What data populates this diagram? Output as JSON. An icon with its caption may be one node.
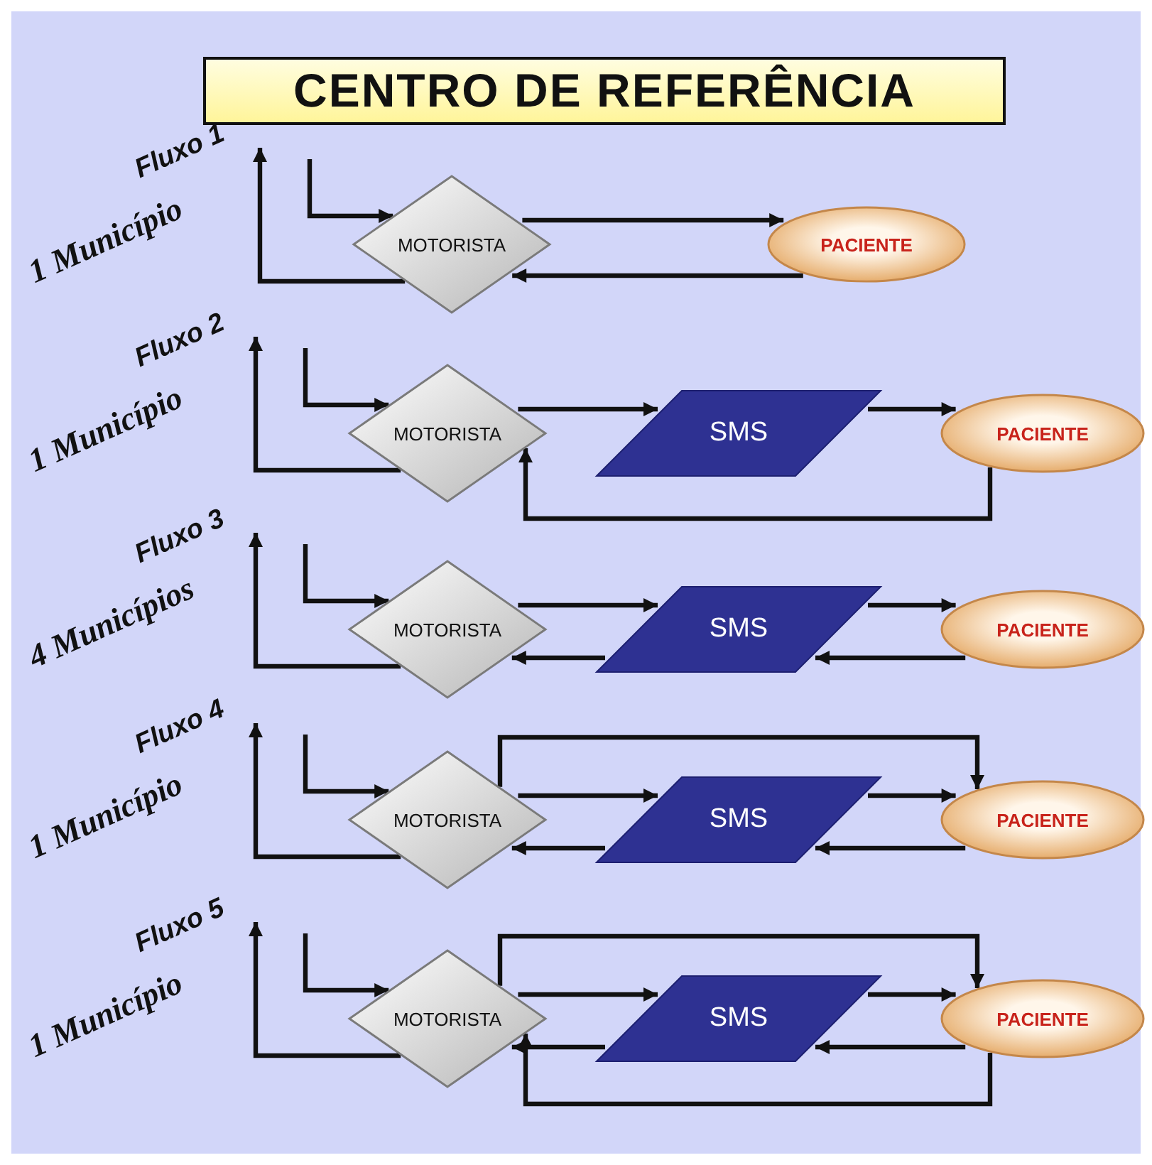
{
  "diagram": {
    "title": "CENTRO DE REFERÊNCIA",
    "nodes": [
      {
        "text": [
          "MOTORISTA"
        ]
      },
      {
        "text": [
          "PACIENTE"
        ]
      },
      {
        "text": [
          "MOTORISTA"
        ]
      },
      {
        "text": [
          "SMS"
        ]
      },
      {
        "text": [
          "PACIENTE"
        ]
      },
      {
        "text": [
          "MOTORISTA"
        ]
      },
      {
        "text": [
          "SMS"
        ]
      },
      {
        "text": [
          "PACIENTE"
        ]
      },
      {
        "text": [
          "MOTORISTA"
        ]
      },
      {
        "text": [
          "SMS"
        ]
      },
      {
        "text": [
          "PACIENTE"
        ]
      },
      {
        "text": [
          "MOTORISTA"
        ]
      },
      {
        "text": [
          "SMS"
        ]
      },
      {
        "text": [
          "PACIENTE"
        ]
      }
    ],
    "edges": [
      {
        "from": null,
        "to": 0,
        "arrow": "to"
      },
      {
        "from": 0,
        "to": null,
        "arrow": "to"
      },
      {
        "from": 0,
        "to": 1,
        "arrow": "to"
      },
      {
        "from": 1,
        "to": 0,
        "arrow": "to"
      },
      {
        "from": null,
        "to": 2,
        "arrow": "to"
      },
      {
        "from": 2,
        "to": null,
        "arrow": "to"
      },
      {
        "from": 2,
        "to": 3,
        "arrow": "to"
      },
      {
        "from": 3,
        "to": 4,
        "arrow": "to"
      },
      {
        "from": 4,
        "to": 2,
        "arrow": "to"
      },
      {
        "from": null,
        "to": 5,
        "arrow": "to"
      },
      {
        "from": 5,
        "to": null,
        "arrow": "to"
      },
      {
        "from": 5,
        "to": 6,
        "arrow": "to"
      },
      {
        "from": 6,
        "to": 7,
        "arrow": "to"
      },
      {
        "from": 7,
        "to": 6,
        "arrow": "to"
      },
      {
        "from": 6,
        "to": 5,
        "arrow": "to"
      },
      {
        "from": null,
        "to": 8,
        "arrow": "to"
      },
      {
        "from": 8,
        "to": null,
        "arrow": "to"
      },
      {
        "from": 8,
        "to": 10,
        "arrow": "to"
      },
      {
        "from": 8,
        "to": 9,
        "arrow": "to"
      },
      {
        "from": 9,
        "to": 10,
        "arrow": "to"
      },
      {
        "from": 10,
        "to": 9,
        "arrow": "to"
      },
      {
        "from": 9,
        "to": 8,
        "arrow": "to"
      },
      {
        "from": null,
        "to": 11,
        "arrow": "to"
      },
      {
        "from": 11,
        "to": null,
        "arrow": "to"
      },
      {
        "from": 11,
        "to": 13,
        "arrow": "to"
      },
      {
        "from": 11,
        "to": 12,
        "arrow": "to"
      },
      {
        "from": 12,
        "to": 13,
        "arrow": "to"
      },
      {
        "from": 13,
        "to": 12,
        "arrow": "to"
      },
      {
        "from": 12,
        "to": 11,
        "arrow": "to"
      },
      {
        "from": 13,
        "to": 11,
        "arrow": "to"
      }
    ],
    "labels": [
      "Fluxo 1",
      "1 Município",
      "Fluxo 2",
      "1 Município",
      "Fluxo 3",
      "4 Municípios",
      "Fluxo 4",
      "1 Município",
      "Fluxo 5",
      "1 Município"
    ]
  }
}
